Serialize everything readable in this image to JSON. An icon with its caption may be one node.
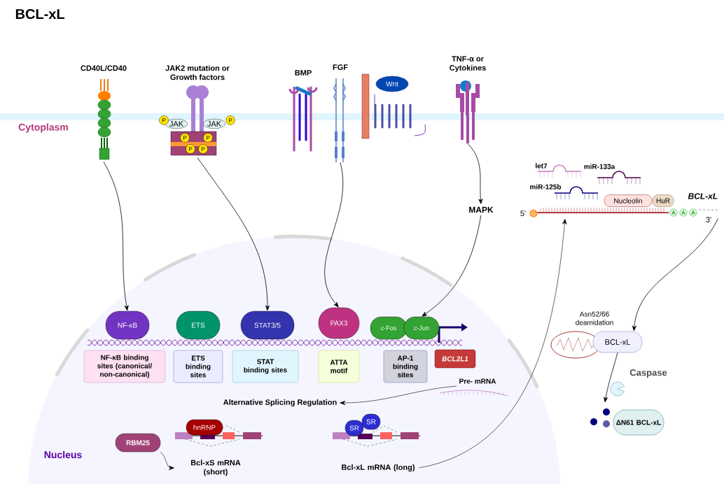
{
  "diagram": {
    "title": "BCL-xL",
    "nodes": [
      {
        "text": [
          "CD40L/CD40"
        ]
      },
      {
        "text": [
          "JAK2 mutation or Growth factors"
        ]
      },
      {
        "text": [
          "BMP"
        ]
      },
      {
        "text": [
          "FGF"
        ]
      },
      {
        "text": [
          "Wnt"
        ]
      },
      {
        "text": [
          "TNF-α or Cytokines"
        ]
      },
      {
        "text": [
          "MAPK"
        ]
      },
      {
        "text": [
          "NF-κB"
        ]
      },
      {
        "text": [
          "ETS"
        ]
      },
      {
        "text": [
          "STAT3/5"
        ]
      },
      {
        "text": [
          "PAX3"
        ]
      },
      {
        "text": [
          "c-Fos"
        ]
      },
      {
        "text": [
          "c-Jun"
        ]
      },
      {
        "text": [
          "NF-κB binding sites (canonical/ non-canonical)"
        ]
      },
      {
        "text": [
          "ETS binding sites"
        ]
      },
      {
        "text": [
          "STAT binding sites"
        ]
      },
      {
        "text": [
          "ATTA motif"
        ]
      },
      {
        "text": [
          "AP-1 binding sites"
        ]
      },
      {
        "text": [
          "BCL2L1"
        ]
      },
      {
        "text": [
          "Pre- mRNA"
        ]
      },
      {
        "text": [
          "Alternative Splicing Regulation"
        ]
      },
      {
        "text": [
          "hnRNP"
        ]
      },
      {
        "text": [
          "RBM25"
        ]
      },
      {
        "text": [
          "Bcl-xS mRNA (short)"
        ]
      },
      {
        "text": [
          "SR"
        ]
      },
      {
        "text": [
          "SR"
        ]
      },
      {
        "text": [
          "Bcl-xL mRNA (long)"
        ]
      },
      {
        "text": [
          "BCL-xL"
        ]
      },
      {
        "text": [
          "Nucleolin"
        ],
        "in": 27
      },
      {
        "text": [
          "HuR"
        ],
        "in": 27
      },
      {
        "text": [
          "BCL-xL"
        ]
      },
      {
        "text": [
          "ΔN61 BCL-xL"
        ]
      }
    ],
    "edges": [
      {
        "from": 0,
        "to": 7,
        "arrow": "to"
      },
      {
        "from": 1,
        "to": 9,
        "arrow": "to"
      },
      {
        "from": 3,
        "to": 10,
        "arrow": "to"
      },
      {
        "from": 5,
        "to": 6,
        "arrow": "to"
      },
      {
        "from": 6,
        "to": 12,
        "arrow": "to"
      },
      {
        "from": 19,
        "to": 20,
        "arrow": "to"
      },
      {
        "from": 22,
        "to": 23,
        "arrow": "to"
      },
      {
        "from": 26,
        "to": 27,
        "arrow": "to"
      },
      {
        "from": 27,
        "to": 30,
        "arrow": "to",
        "label": "Asn52/66 deamidation"
      },
      {
        "from": 30,
        "to": 31,
        "arrow": "to"
      }
    ],
    "labels": [
      "Cytoplasm",
      "JAK",
      "JAK",
      "P",
      "P",
      "P",
      "P",
      "P",
      "P",
      "let7",
      "miR-133a",
      "miR-125b",
      "5'",
      "G",
      "A",
      "A",
      "A",
      "3'",
      "Caspase",
      "Nucleus"
    ]
  }
}
